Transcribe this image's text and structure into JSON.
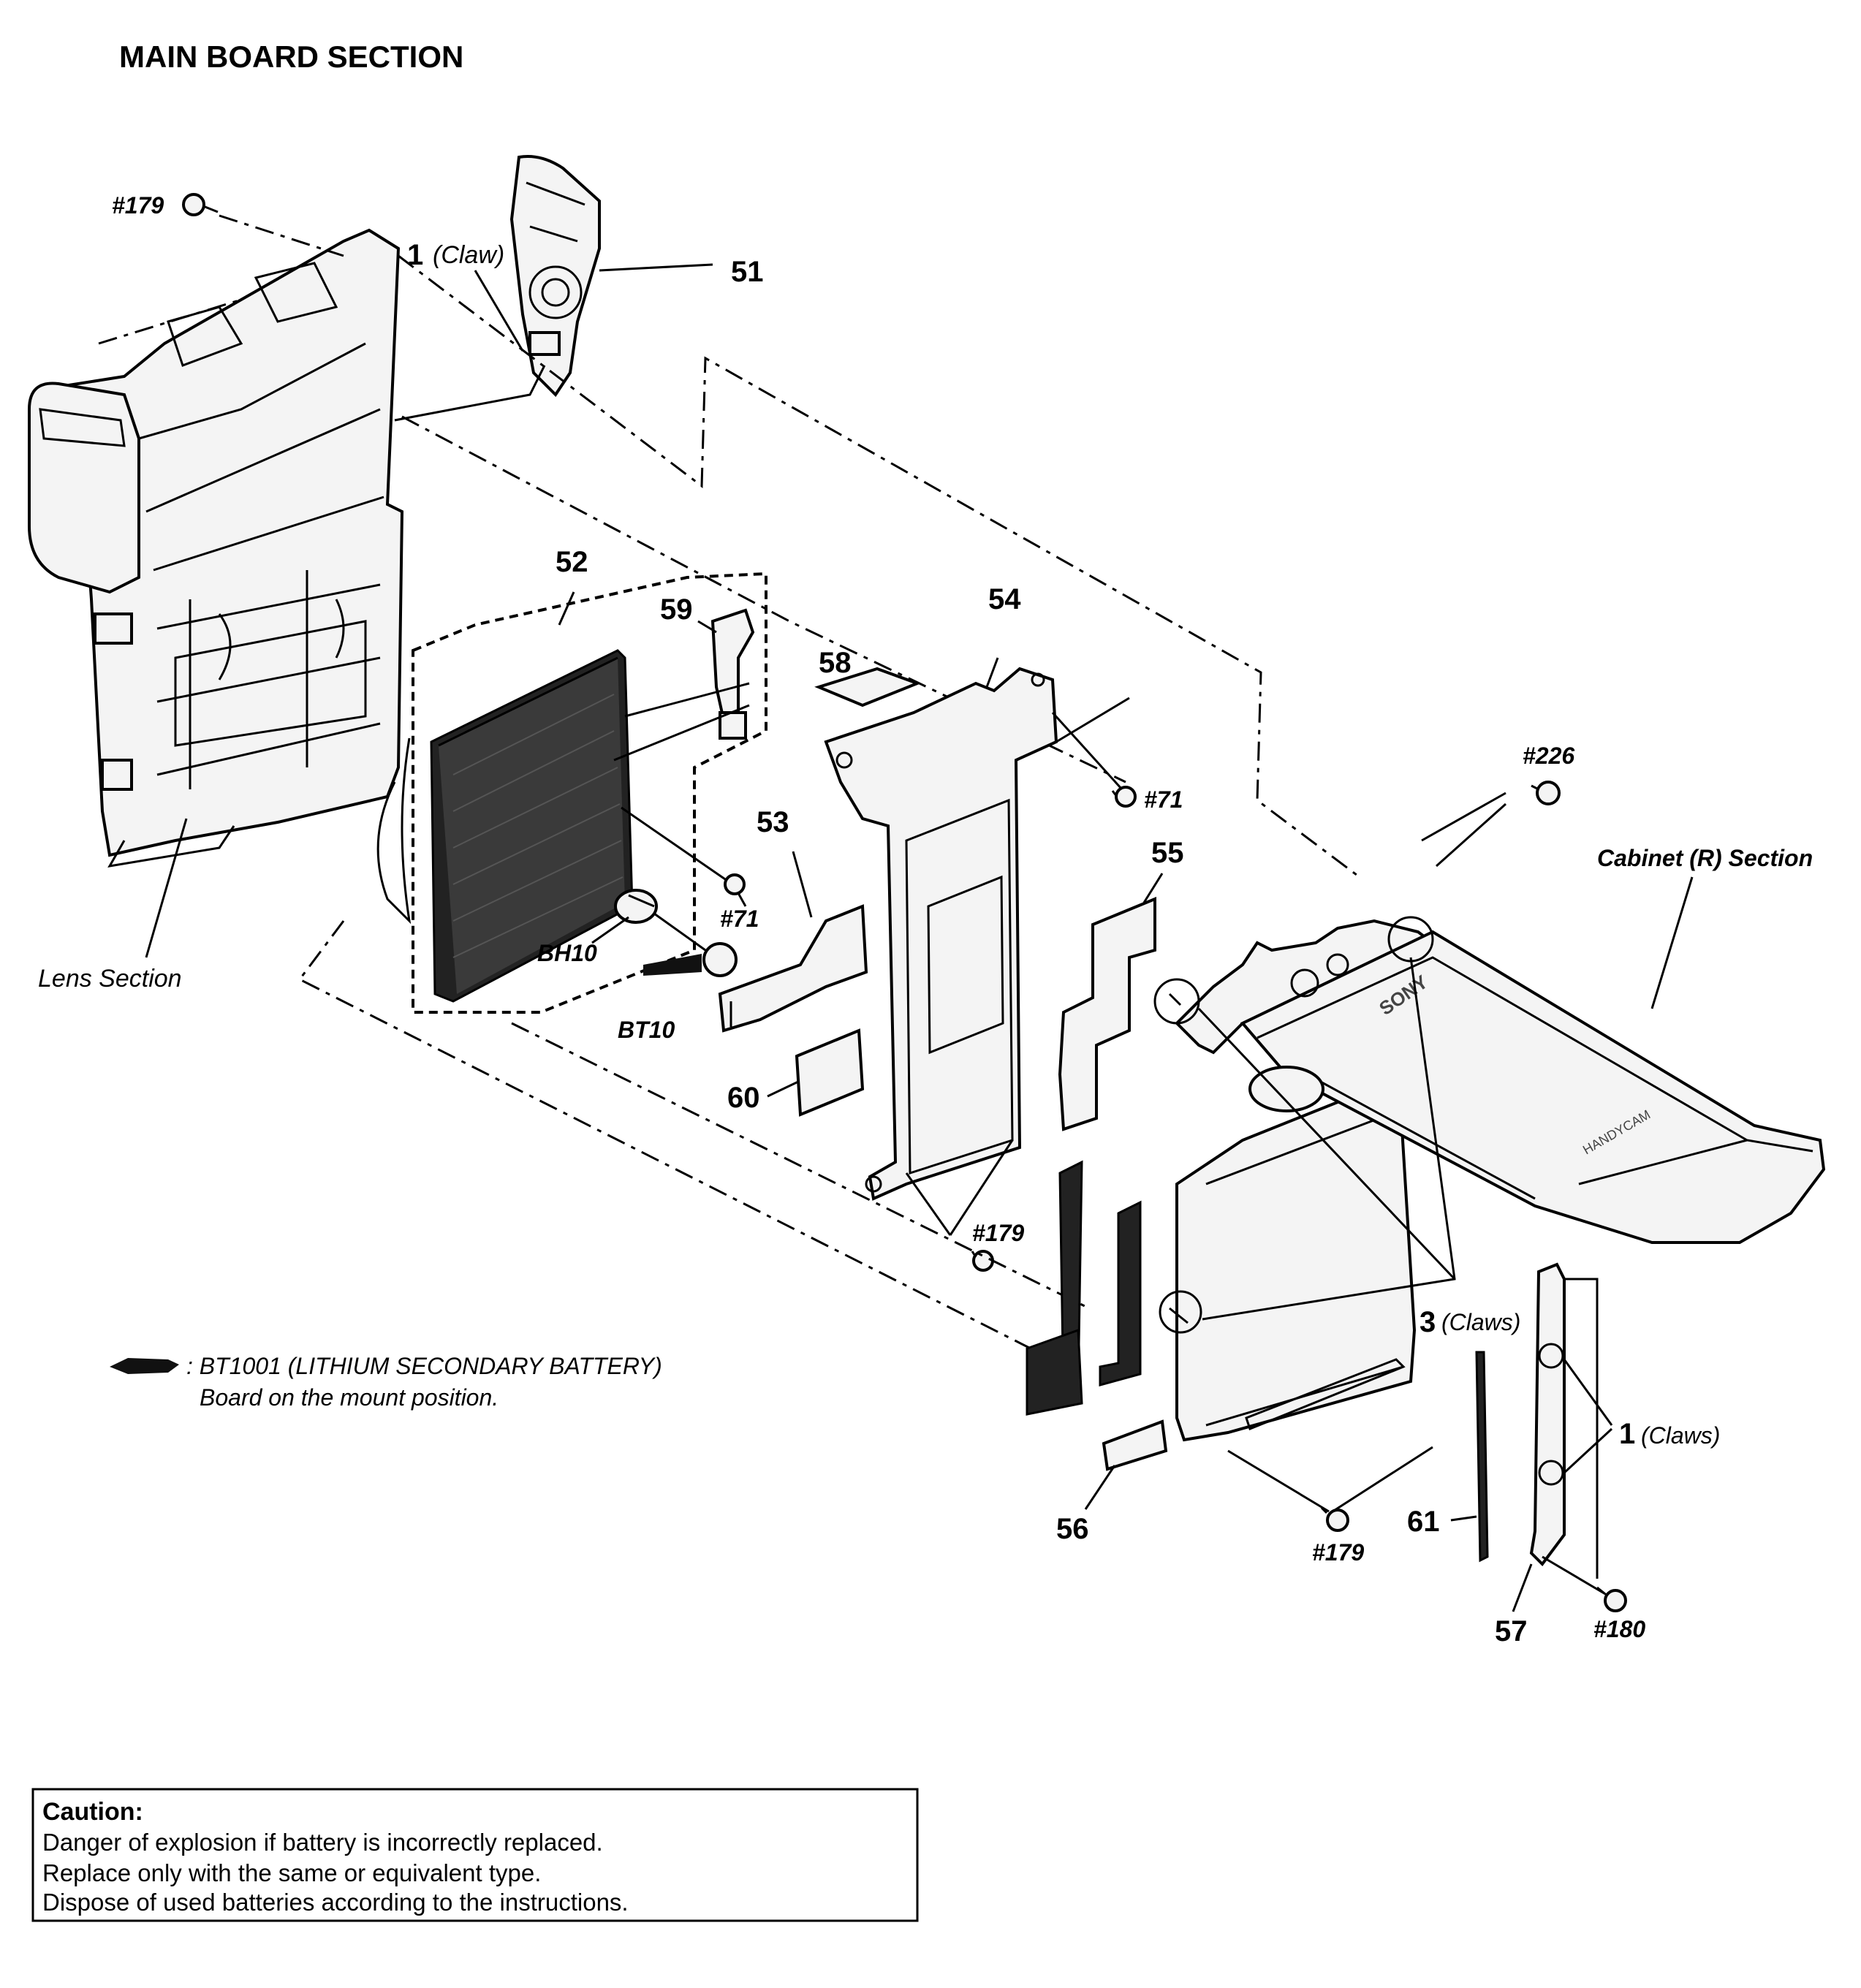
{
  "title": "MAIN BOARD SECTION",
  "labels": {
    "s179_tl": "#179",
    "claw_1_top": "1",
    "claw_1_top_note": "(Claw)",
    "p51": "51",
    "p52": "52",
    "p59": "59",
    "p54": "54",
    "p58": "58",
    "s71_right": "#71",
    "s226": "#226",
    "cabinet_r": "Cabinet (R) Section",
    "p53": "53",
    "p55": "55",
    "s71_mid": "#71",
    "bh10": "BH10",
    "bt10": "BT10",
    "lens_section": "Lens Section",
    "p60": "60",
    "s179_mid": "#179",
    "claws_3": "3",
    "claws_3_note": "(Claws)",
    "claws_1": "1",
    "claws_1_note": "(Claws)",
    "p56": "56",
    "s179_bot": "#179",
    "p61": "61",
    "p57": "57",
    "s180": "#180"
  },
  "legend": {
    "line1": ": BT1001 (LITHIUM SECONDARY BATTERY)",
    "line2": "Board on the mount position."
  },
  "caution": {
    "heading": "Caution:",
    "line1": "Danger of explosion if battery is incorrectly replaced.",
    "line2": "Replace only with the same or equivalent type.",
    "line3": "Dispose of used batteries according to the instructions."
  },
  "colors": {
    "ink": "#000000",
    "paper": "#ffffff",
    "board": "#222222"
  }
}
